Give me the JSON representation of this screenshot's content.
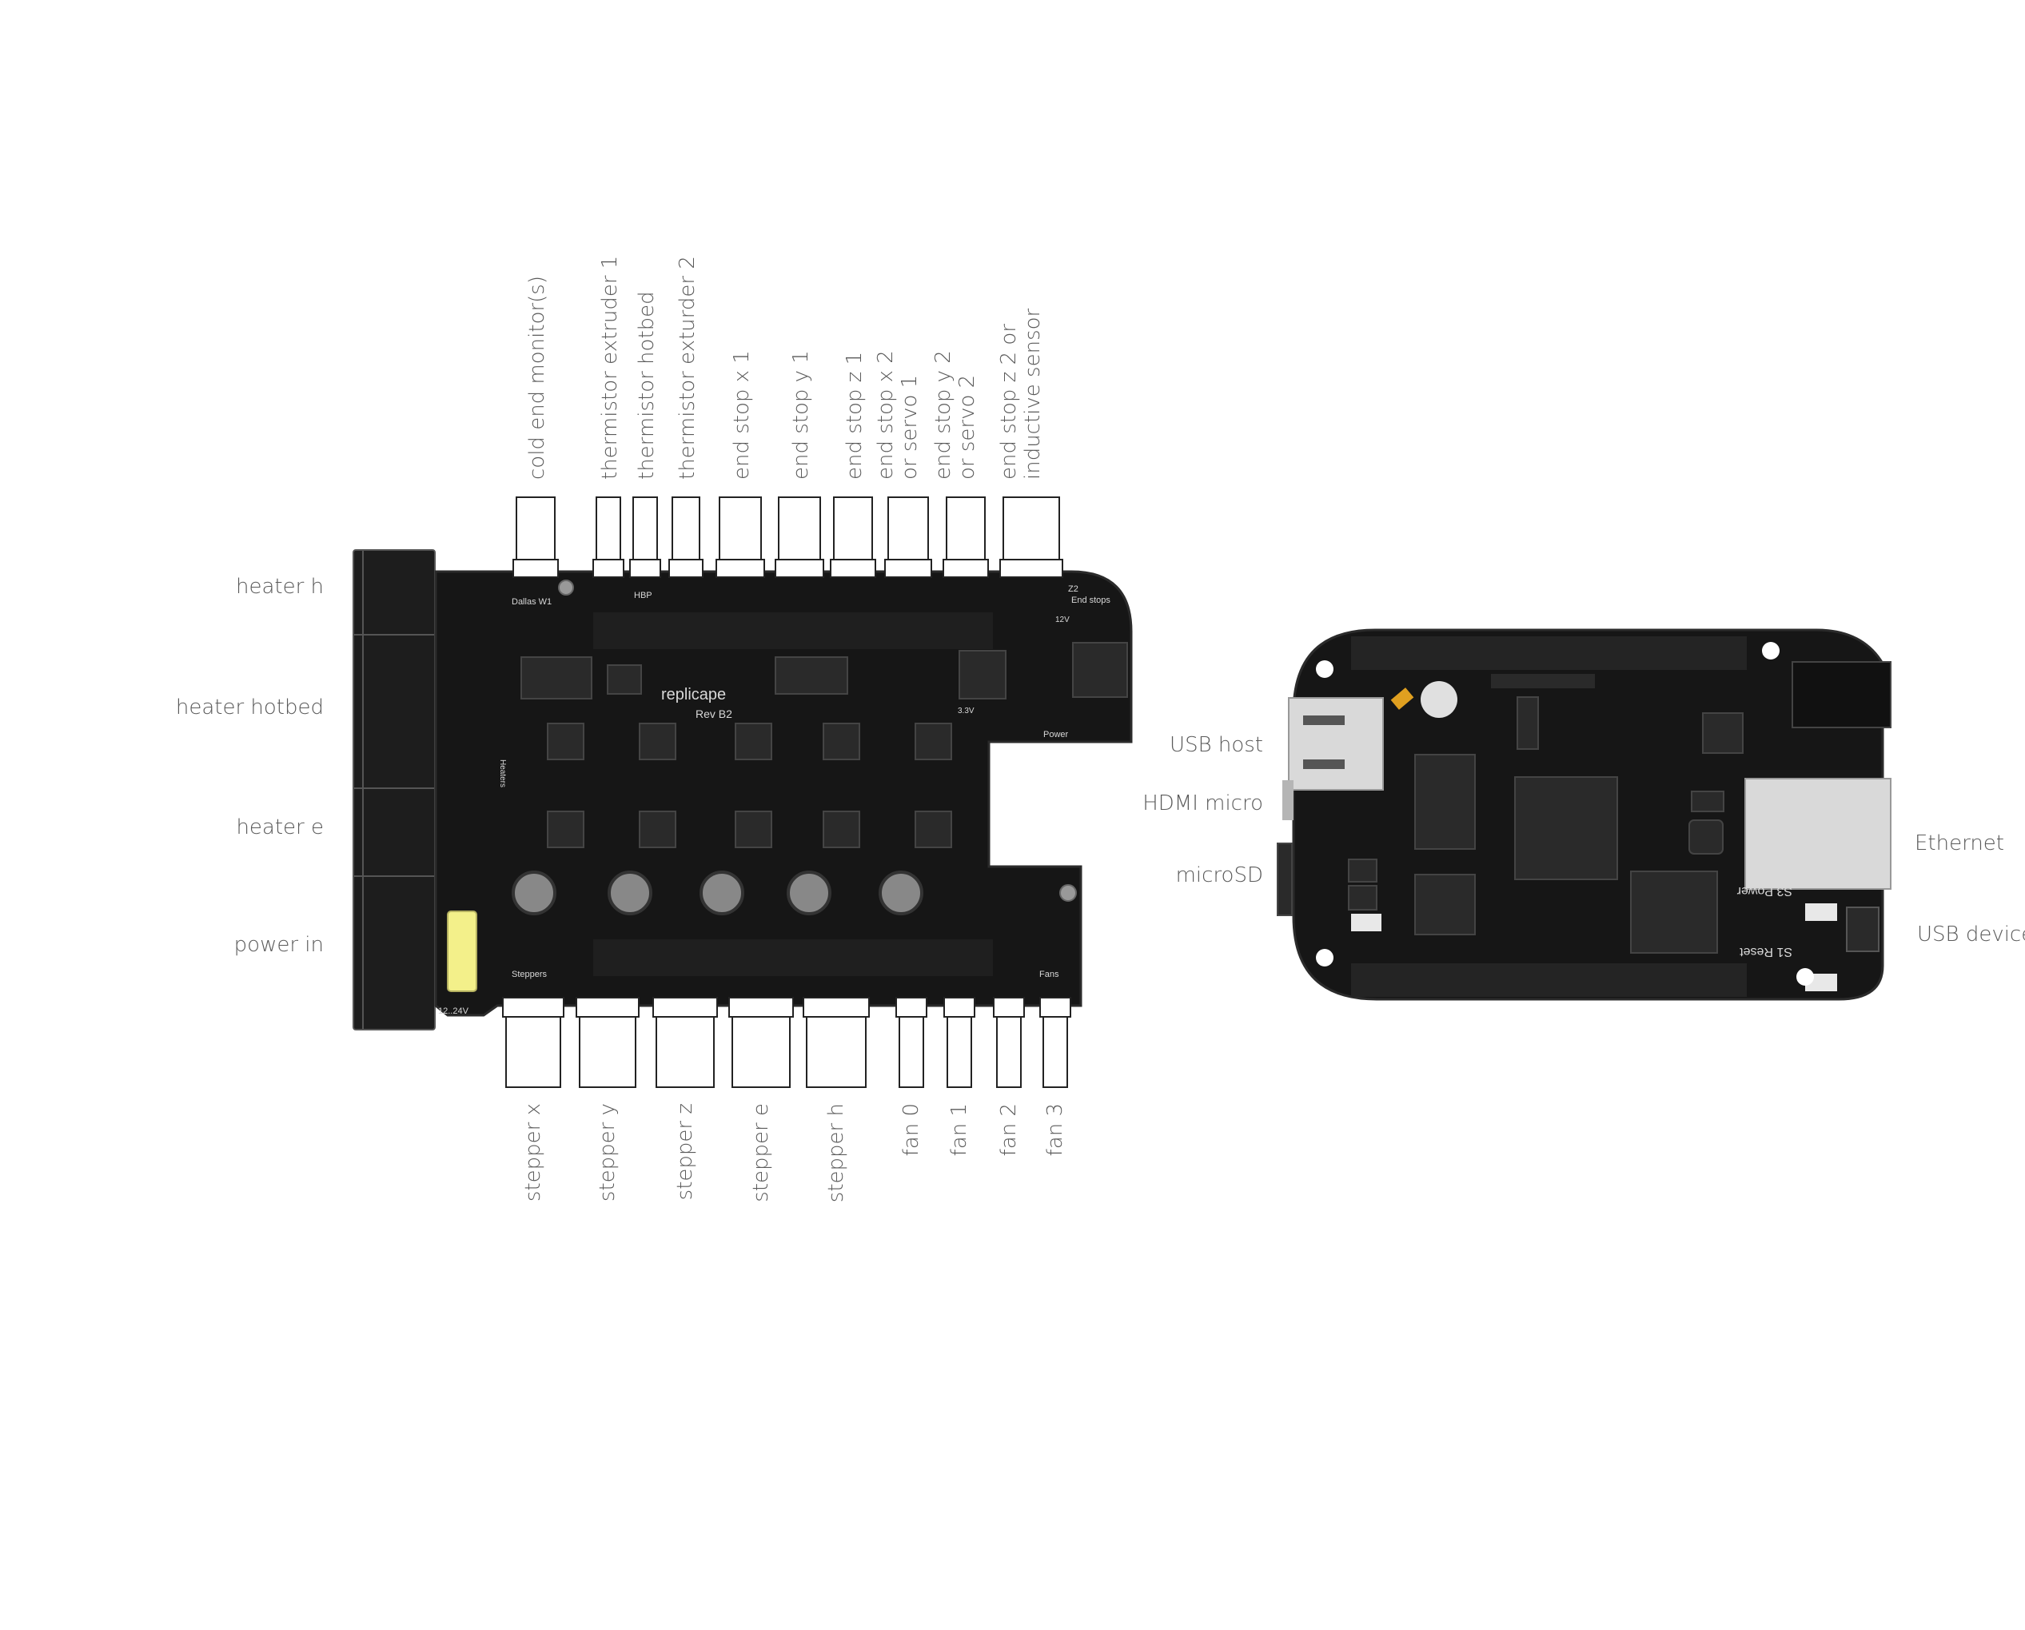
{
  "colors": {
    "pcb": "#161616",
    "pcb_border": "#2b2b2b",
    "connector": "#ffffff",
    "terminal_block": "#1d1d1d",
    "fuse": "#f3f08a",
    "label_text": "#5a5a5a",
    "ethernet": "#d9d9d9"
  },
  "replicape": {
    "logo_text": "replicape",
    "revision": "Rev B2",
    "silkscreen": {
      "dallas": "Dallas W1",
      "hbp": "HBP",
      "end_stops": "End stops",
      "z2": "Z2",
      "power": "Power",
      "steppers": "Steppers",
      "fans": "Fans",
      "voltage": "12..24V",
      "v33": "3.3V",
      "v12": "12V",
      "heaters": "Heaters"
    },
    "left_labels": [
      "heater h",
      "heater hotbed",
      "heater e",
      "power in"
    ],
    "top_labels": [
      [
        "cold end monitor(s)"
      ],
      [
        "thermistor extruder 1"
      ],
      [
        "thermistor hotbed"
      ],
      [
        "thermistor exturder 2"
      ],
      [
        "end stop x 1"
      ],
      [
        "end stop y 1"
      ],
      [
        "end stop  z 1"
      ],
      [
        "end stop x 2",
        "or servo 1"
      ],
      [
        "end stop y 2",
        "or servo 2"
      ],
      [
        "end stop z 2 or",
        "inductive sensor"
      ]
    ],
    "bottom_labels": [
      "stepper x",
      "stepper y",
      "stepper z",
      "stepper e",
      "stepper h",
      "fan 0",
      "fan 1",
      "fan 2",
      "fan 3"
    ]
  },
  "beaglebone": {
    "left_labels": [
      "USB host",
      "HDMI micro",
      "microSD"
    ],
    "right_labels": [
      "Ethernet",
      "USB device"
    ],
    "silkscreen": {
      "power_button": "S3 Power",
      "reset_button": "S1 Reset"
    }
  }
}
